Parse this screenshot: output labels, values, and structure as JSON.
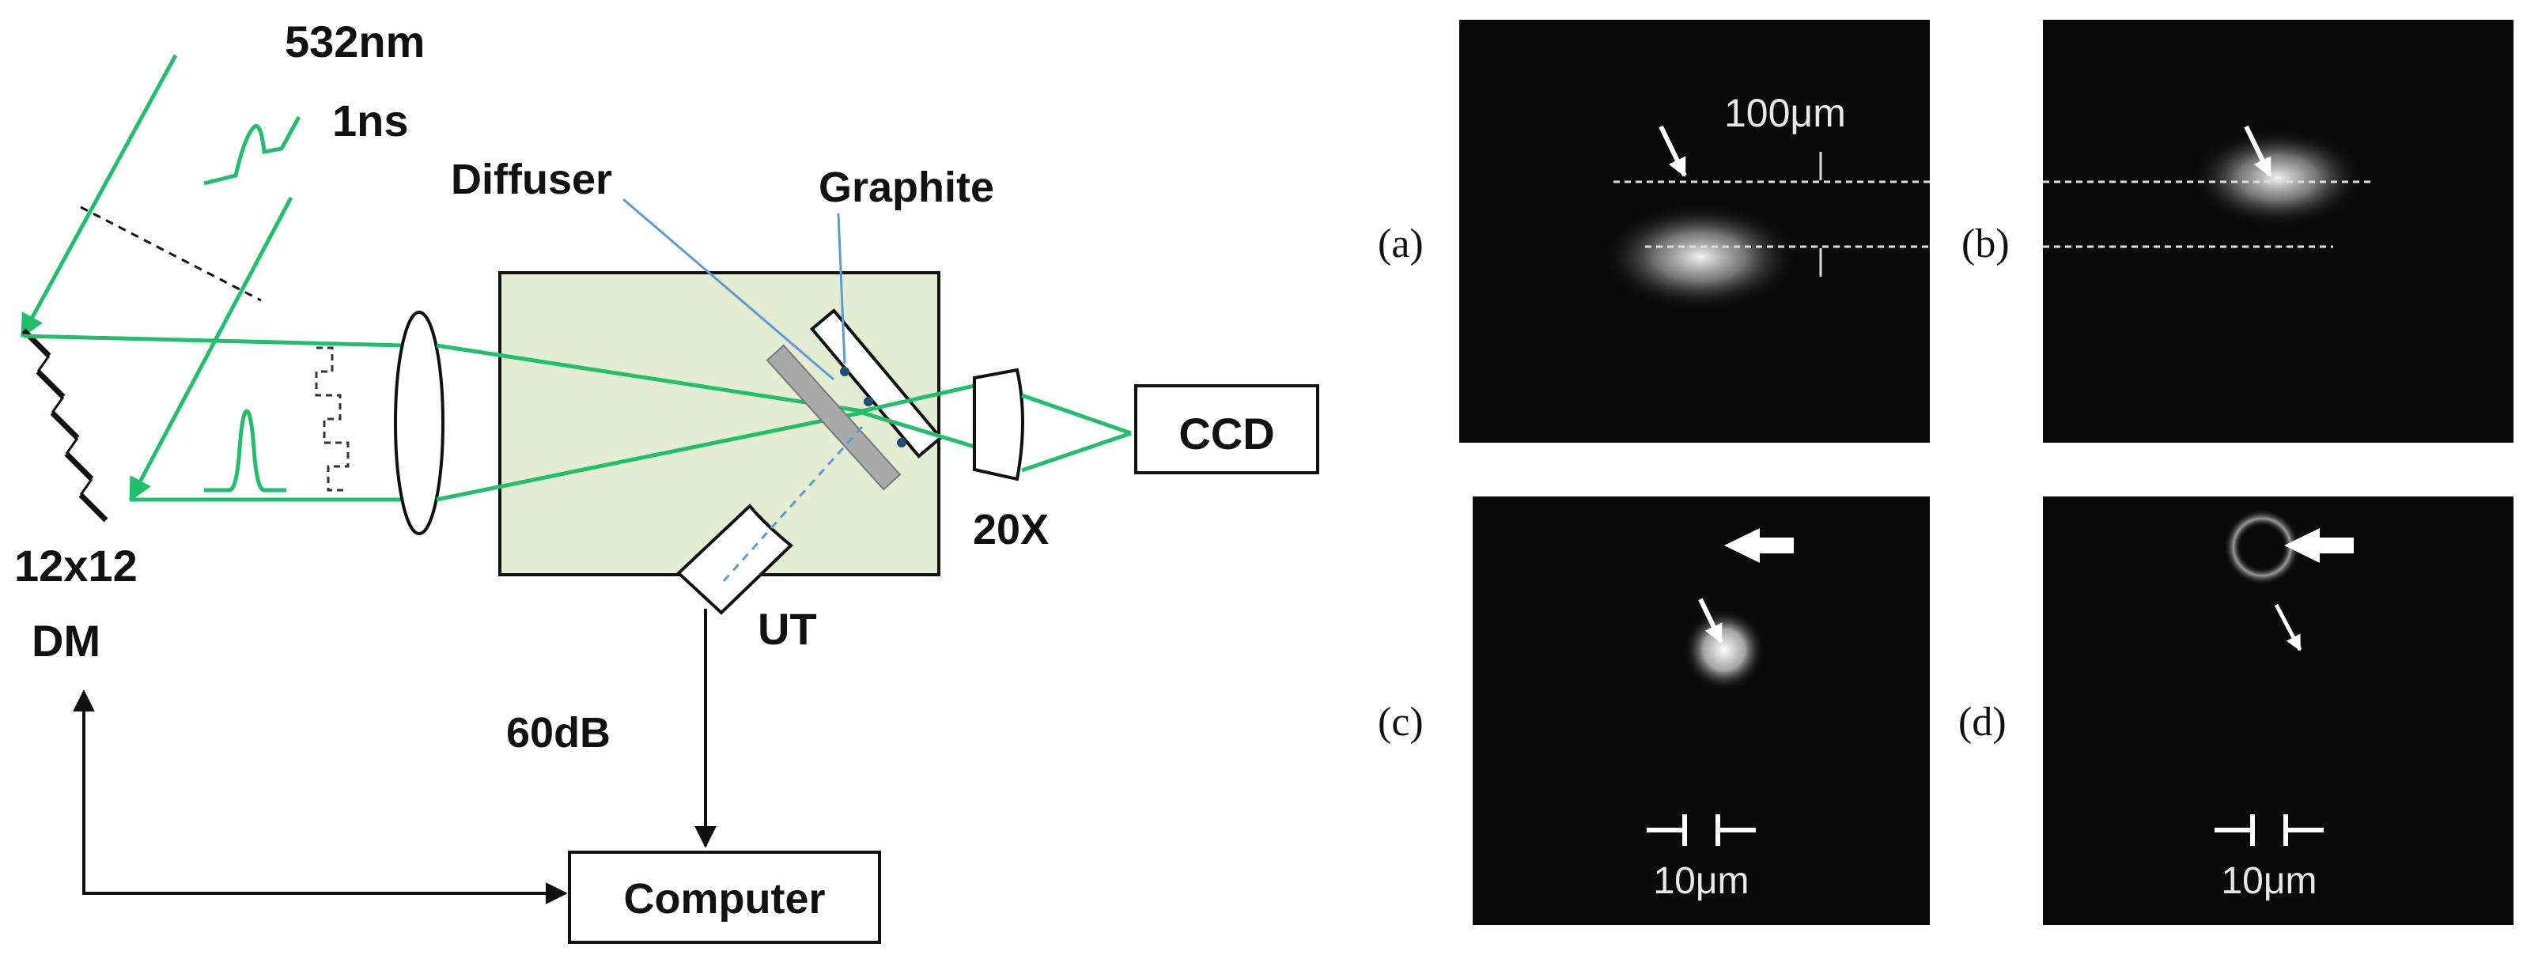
{
  "setup": {
    "wavelength": "532nm",
    "pulse_duration": "1ns",
    "diffuser": "Diffuser",
    "graphite": "Graphite",
    "dm_size": "12x12",
    "dm": "DM",
    "detector": "CCD",
    "objective": "20X",
    "transducer": "UT",
    "gain": "60dB",
    "computer": "Computer"
  },
  "panels": {
    "a": {
      "label": "(a)",
      "scale": "100μm"
    },
    "b": {
      "label": "(b)"
    },
    "c": {
      "label": "(c)",
      "scale": "10μm"
    },
    "d": {
      "label": "(d)",
      "scale": "10μm"
    }
  },
  "colors": {
    "beam": "#1fbf6b",
    "chamber_fill": "#e4ecd2",
    "diffuser_fill": "#a9a9a9",
    "fiber_blue": "#5b9bd5",
    "panel_bg": "#0a0a0a"
  }
}
